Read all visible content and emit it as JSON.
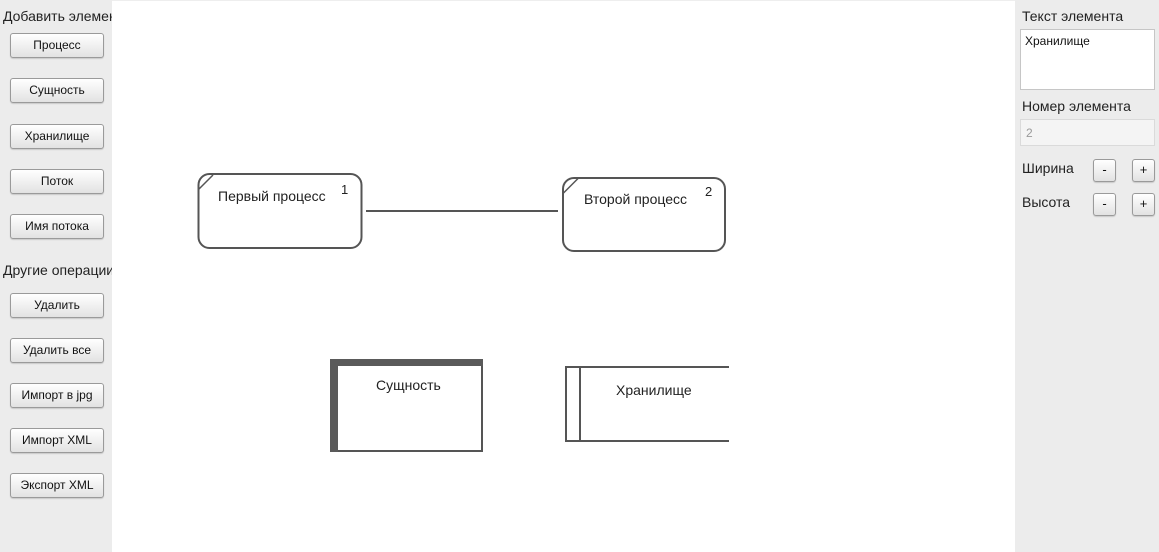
{
  "left_panel": {
    "add_title": "Добавить элемент",
    "add_buttons": [
      "Процесс",
      "Сущность",
      "Хранилище",
      "Поток",
      "Имя потока"
    ],
    "ops_title": "Другие операции",
    "ops_buttons": [
      "Удалить",
      "Удалить все",
      "Импорт в jpg",
      "Импорт XML",
      "Экспорт XML"
    ]
  },
  "diagram": {
    "process1": {
      "label": "Первый процесс",
      "number": "1"
    },
    "process2": {
      "label": "Второй процесс",
      "number": "2"
    },
    "entity": {
      "label": "Сущность"
    },
    "storage": {
      "label": "Хранилище"
    }
  },
  "right_panel": {
    "text_label": "Текст элемента",
    "text_value": "Хранилище",
    "number_label": "Номер элемента",
    "number_value": "2",
    "width_label": "Ширина",
    "height_label": "Высота",
    "minus": "-",
    "plus": "+"
  },
  "colors": {
    "panel_bg": "#ececec",
    "stroke": "#555555",
    "canvas_bg": "#ffffff"
  }
}
